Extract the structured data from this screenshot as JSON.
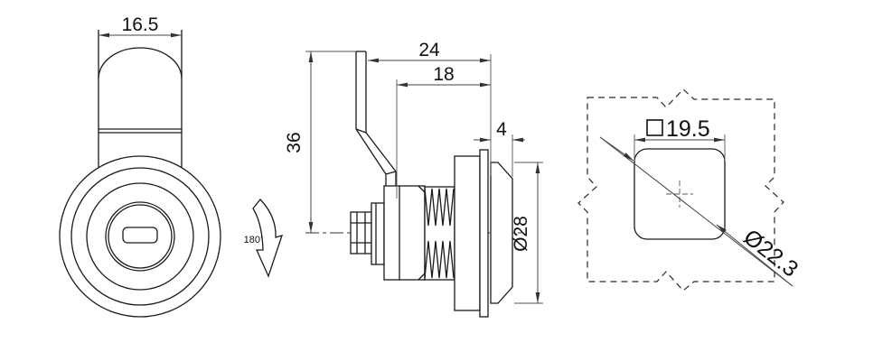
{
  "front_view": {
    "cam_width": "16.5",
    "rotation": "180°"
  },
  "side_view": {
    "overall_height": "36",
    "body_length": "24",
    "thread_length": "18",
    "head_depth": "4",
    "head_diameter": "Ø28"
  },
  "cutout_view": {
    "square_size": "19.5",
    "corner_diameter": "Ø22.3"
  },
  "colors": {
    "line": "#1a1a1a",
    "dimension_line": "#444444",
    "background": "#ffffff"
  }
}
